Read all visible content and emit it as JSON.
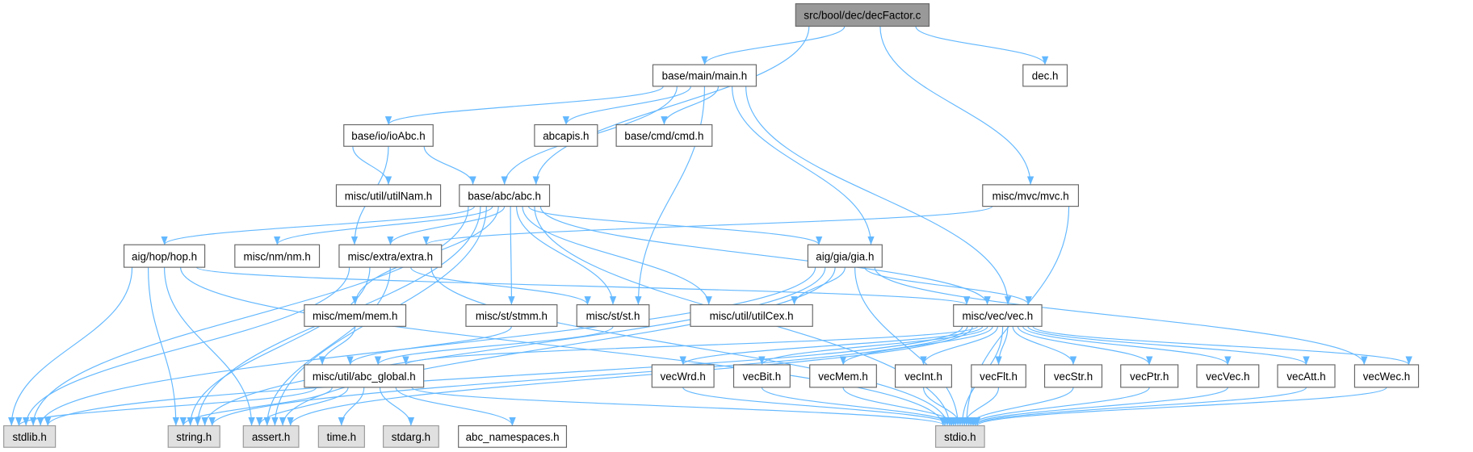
{
  "graph": {
    "title": "Include dependency graph for decFactor.c",
    "colors": {
      "edge": "#63b8ff",
      "root_fill": "#999999",
      "root_border": "#666666",
      "node_fill": "#ffffff",
      "node_border": "#666666",
      "system_fill": "#e0e0e0",
      "system_border": "#999999"
    },
    "nodes": {
      "decFactor": {
        "label": "src/bool/dec/decFactor.c",
        "kind": "root"
      },
      "main": {
        "label": "base/main/main.h",
        "kind": "node"
      },
      "dec": {
        "label": "dec.h",
        "kind": "node"
      },
      "ioAbc": {
        "label": "base/io/ioAbc.h",
        "kind": "node"
      },
      "abcapis": {
        "label": "abcapis.h",
        "kind": "node"
      },
      "cmd": {
        "label": "base/cmd/cmd.h",
        "kind": "node"
      },
      "mvc": {
        "label": "misc/mvc/mvc.h",
        "kind": "node"
      },
      "utilNam": {
        "label": "misc/util/utilNam.h",
        "kind": "node"
      },
      "abc": {
        "label": "base/abc/abc.h",
        "kind": "node"
      },
      "hop": {
        "label": "aig/hop/hop.h",
        "kind": "node"
      },
      "nm": {
        "label": "misc/nm/nm.h",
        "kind": "node"
      },
      "extra": {
        "label": "misc/extra/extra.h",
        "kind": "node"
      },
      "gia": {
        "label": "aig/gia/gia.h",
        "kind": "node"
      },
      "mem": {
        "label": "misc/mem/mem.h",
        "kind": "node"
      },
      "stmm": {
        "label": "misc/st/stmm.h",
        "kind": "node"
      },
      "st": {
        "label": "misc/st/st.h",
        "kind": "node"
      },
      "utilCex": {
        "label": "misc/util/utilCex.h",
        "kind": "node"
      },
      "vec": {
        "label": "misc/vec/vec.h",
        "kind": "node"
      },
      "abc_global": {
        "label": "misc/util/abc_global.h",
        "kind": "node"
      },
      "vecWrd": {
        "label": "vecWrd.h",
        "kind": "node"
      },
      "vecBit": {
        "label": "vecBit.h",
        "kind": "node"
      },
      "vecMem": {
        "label": "vecMem.h",
        "kind": "node"
      },
      "vecInt": {
        "label": "vecInt.h",
        "kind": "node"
      },
      "vecFlt": {
        "label": "vecFlt.h",
        "kind": "node"
      },
      "vecStr": {
        "label": "vecStr.h",
        "kind": "node"
      },
      "vecPtr": {
        "label": "vecPtr.h",
        "kind": "node"
      },
      "vecVec": {
        "label": "vecVec.h",
        "kind": "node"
      },
      "vecAtt": {
        "label": "vecAtt.h",
        "kind": "node"
      },
      "vecWec": {
        "label": "vecWec.h",
        "kind": "node"
      },
      "stdlib": {
        "label": "stdlib.h",
        "kind": "system"
      },
      "string": {
        "label": "string.h",
        "kind": "system"
      },
      "assert": {
        "label": "assert.h",
        "kind": "system"
      },
      "time": {
        "label": "time.h",
        "kind": "system"
      },
      "stdarg": {
        "label": "stdarg.h",
        "kind": "system"
      },
      "abc_namespaces": {
        "label": "abc_namespaces.h",
        "kind": "node"
      },
      "stdio": {
        "label": "stdio.h",
        "kind": "system"
      }
    },
    "edges": [
      [
        "decFactor",
        "main"
      ],
      [
        "decFactor",
        "abc"
      ],
      [
        "decFactor",
        "dec"
      ],
      [
        "decFactor",
        "mvc"
      ],
      [
        "main",
        "ioAbc"
      ],
      [
        "main",
        "abc"
      ],
      [
        "main",
        "abcapis"
      ],
      [
        "main",
        "cmd"
      ],
      [
        "main",
        "gia"
      ],
      [
        "main",
        "st"
      ],
      [
        "main",
        "vec"
      ],
      [
        "ioAbc",
        "utilNam"
      ],
      [
        "ioAbc",
        "abc"
      ],
      [
        "ioAbc",
        "extra"
      ],
      [
        "abc",
        "hop"
      ],
      [
        "abc",
        "nm"
      ],
      [
        "abc",
        "extra"
      ],
      [
        "abc",
        "mem"
      ],
      [
        "abc",
        "stmm"
      ],
      [
        "abc",
        "st"
      ],
      [
        "abc",
        "gia"
      ],
      [
        "abc",
        "utilCex"
      ],
      [
        "abc",
        "vec"
      ],
      [
        "abc",
        "stdlib"
      ],
      [
        "abc",
        "string"
      ],
      [
        "abc",
        "assert"
      ],
      [
        "abc",
        "stdio"
      ],
      [
        "mvc",
        "extra"
      ],
      [
        "mvc",
        "stdio"
      ],
      [
        "hop",
        "vec"
      ],
      [
        "hop",
        "stdlib"
      ],
      [
        "hop",
        "string"
      ],
      [
        "hop",
        "assert"
      ],
      [
        "hop",
        "stdio"
      ],
      [
        "extra",
        "st"
      ],
      [
        "extra",
        "stdlib"
      ],
      [
        "extra",
        "string"
      ],
      [
        "extra",
        "assert"
      ],
      [
        "extra",
        "stdio"
      ],
      [
        "gia",
        "utilCex"
      ],
      [
        "gia",
        "vec"
      ],
      [
        "gia",
        "vecWec"
      ],
      [
        "gia",
        "stdio"
      ],
      [
        "gia",
        "stdlib"
      ],
      [
        "gia",
        "string"
      ],
      [
        "gia",
        "assert"
      ],
      [
        "mem",
        "abc_global"
      ],
      [
        "stmm",
        "abc_global"
      ],
      [
        "st",
        "abc_global"
      ],
      [
        "vec",
        "abc_global"
      ],
      [
        "vec",
        "stdlib"
      ],
      [
        "vec",
        "string"
      ],
      [
        "vec",
        "assert"
      ],
      [
        "vec",
        "stdio"
      ],
      [
        "vec",
        "vecWrd"
      ],
      [
        "vec",
        "vecBit"
      ],
      [
        "vec",
        "vecMem"
      ],
      [
        "vec",
        "vecInt"
      ],
      [
        "vec",
        "vecFlt"
      ],
      [
        "vec",
        "vecStr"
      ],
      [
        "vec",
        "vecPtr"
      ],
      [
        "vec",
        "vecVec"
      ],
      [
        "vec",
        "vecAtt"
      ],
      [
        "vec",
        "vecWec"
      ],
      [
        "abc_global",
        "stdlib"
      ],
      [
        "abc_global",
        "string"
      ],
      [
        "abc_global",
        "assert"
      ],
      [
        "abc_global",
        "time"
      ],
      [
        "abc_global",
        "stdarg"
      ],
      [
        "abc_global",
        "abc_namespaces"
      ],
      [
        "abc_global",
        "stdio"
      ],
      [
        "vecWrd",
        "stdio"
      ],
      [
        "vecBit",
        "stdio"
      ],
      [
        "vecMem",
        "stdio"
      ],
      [
        "vecInt",
        "stdio"
      ],
      [
        "vecFlt",
        "stdio"
      ],
      [
        "vecStr",
        "stdio"
      ],
      [
        "vecPtr",
        "stdio"
      ],
      [
        "vecVec",
        "stdio"
      ],
      [
        "vecAtt",
        "stdio"
      ],
      [
        "vecWec",
        "stdio"
      ]
    ]
  }
}
